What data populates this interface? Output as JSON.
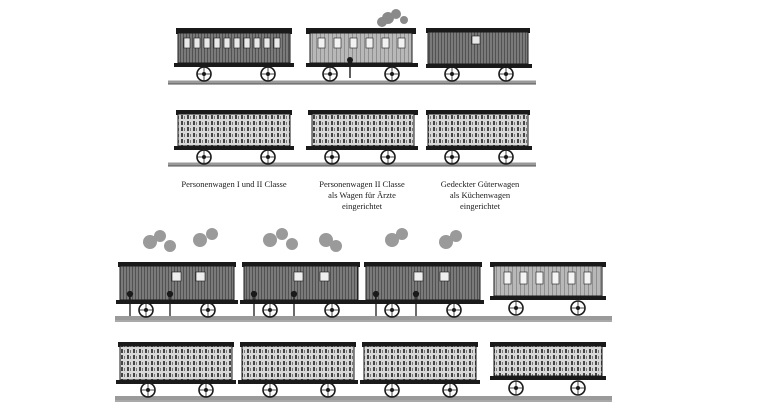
{
  "captions": [
    {
      "lines": [
        "Personenwagen I und II Classe"
      ]
    },
    {
      "lines": [
        "Personenwagen II Classe",
        "als Wagen für Ärzte",
        "eingerichtet"
      ]
    },
    {
      "lines": [
        "Gedeckter Güterwagen",
        "als Küchenwagen",
        "eingerichtet"
      ]
    }
  ],
  "colors": {
    "ink": "#1a1a1a",
    "body_dark": "#3a3a3a",
    "body_mid": "#6a6a6a",
    "ground": "#9a9a9a",
    "paper": "#ffffff"
  }
}
